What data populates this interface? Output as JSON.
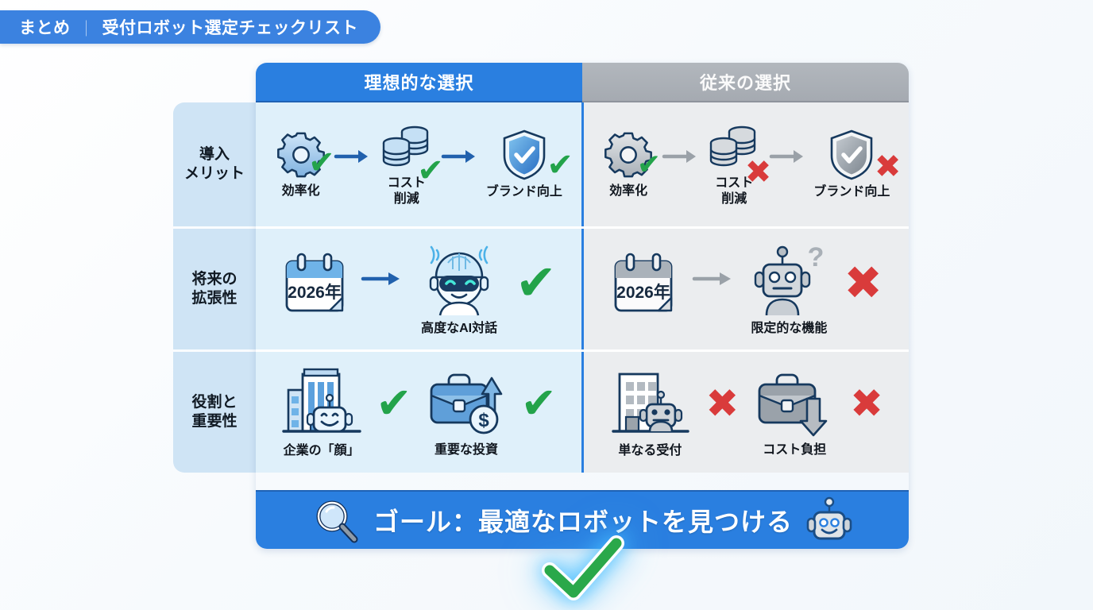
{
  "title": {
    "main": "まとめ",
    "divider": "｜",
    "sub": "受付ロボット選定チェックリスト"
  },
  "table": {
    "headers": {
      "ideal": "理想的な選択",
      "traditional": "従来の選択"
    },
    "row_labels": [
      {
        "line1": "導入",
        "line2": "メリット"
      },
      {
        "line1": "将来の",
        "line2": "拡張性"
      },
      {
        "line1": "役割と",
        "line2": "重要性"
      }
    ],
    "rows": [
      {
        "ideal": {
          "items": [
            {
              "icon": "gear-icon",
              "caption": "効率化",
              "mark": "check"
            },
            {
              "icon": "coins-icon",
              "caption": "コスト\n削減",
              "mark": "check"
            },
            {
              "icon": "shield-check-icon",
              "caption": "ブランド向上",
              "mark": "check"
            }
          ],
          "arrows": 2
        },
        "traditional": {
          "items": [
            {
              "icon": "gear-icon",
              "caption": "効率化",
              "mark": "check"
            },
            {
              "icon": "coins-icon",
              "caption": "コスト\n削減",
              "mark": "cross"
            },
            {
              "icon": "shield-check-icon",
              "caption": "ブランド向上",
              "mark": "cross"
            }
          ],
          "arrows": 2
        }
      },
      {
        "ideal": {
          "items": [
            {
              "icon": "calendar-icon",
              "caption": "",
              "value": "2026年",
              "mark": "none"
            },
            {
              "icon": "ai-robot-icon",
              "caption": "高度なAI対話",
              "mark": "none"
            }
          ],
          "row_mark": "check"
        },
        "traditional": {
          "items": [
            {
              "icon": "calendar-icon",
              "caption": "",
              "value": "2026年",
              "mark": "none"
            },
            {
              "icon": "basic-robot-question-icon",
              "caption": "限定的な機能",
              "mark": "none"
            }
          ],
          "row_mark": "cross"
        }
      },
      {
        "ideal": {
          "items": [
            {
              "icon": "building-robot-icon",
              "caption": "企業の「顔」",
              "mark": "check"
            },
            {
              "icon": "briefcase-up-dollar-icon",
              "caption": "重要な投資",
              "mark": "check"
            }
          ]
        },
        "traditional": {
          "items": [
            {
              "icon": "building-robot-icon",
              "caption": "単なる受付",
              "mark": "cross"
            },
            {
              "icon": "briefcase-down-icon",
              "caption": "コスト負担",
              "mark": "cross"
            }
          ]
        }
      }
    ]
  },
  "footer": {
    "search_icon": "magnifier-icon",
    "text": "ゴール：最適なロボットを見つける",
    "robot_icon": "robot-head-icon"
  },
  "final": {
    "icon": "big-check-icon"
  },
  "colors": {
    "brand_blue": "#2a7fe0",
    "header_gray": "#a5aab1",
    "ideal_bg": "#dff0fa",
    "traditional_bg": "#ebedef",
    "label_bg": "#cfe4f5",
    "check_green": "#23a34a",
    "cross_red": "#d93b3b",
    "calendar_year_text": "#16293f"
  }
}
